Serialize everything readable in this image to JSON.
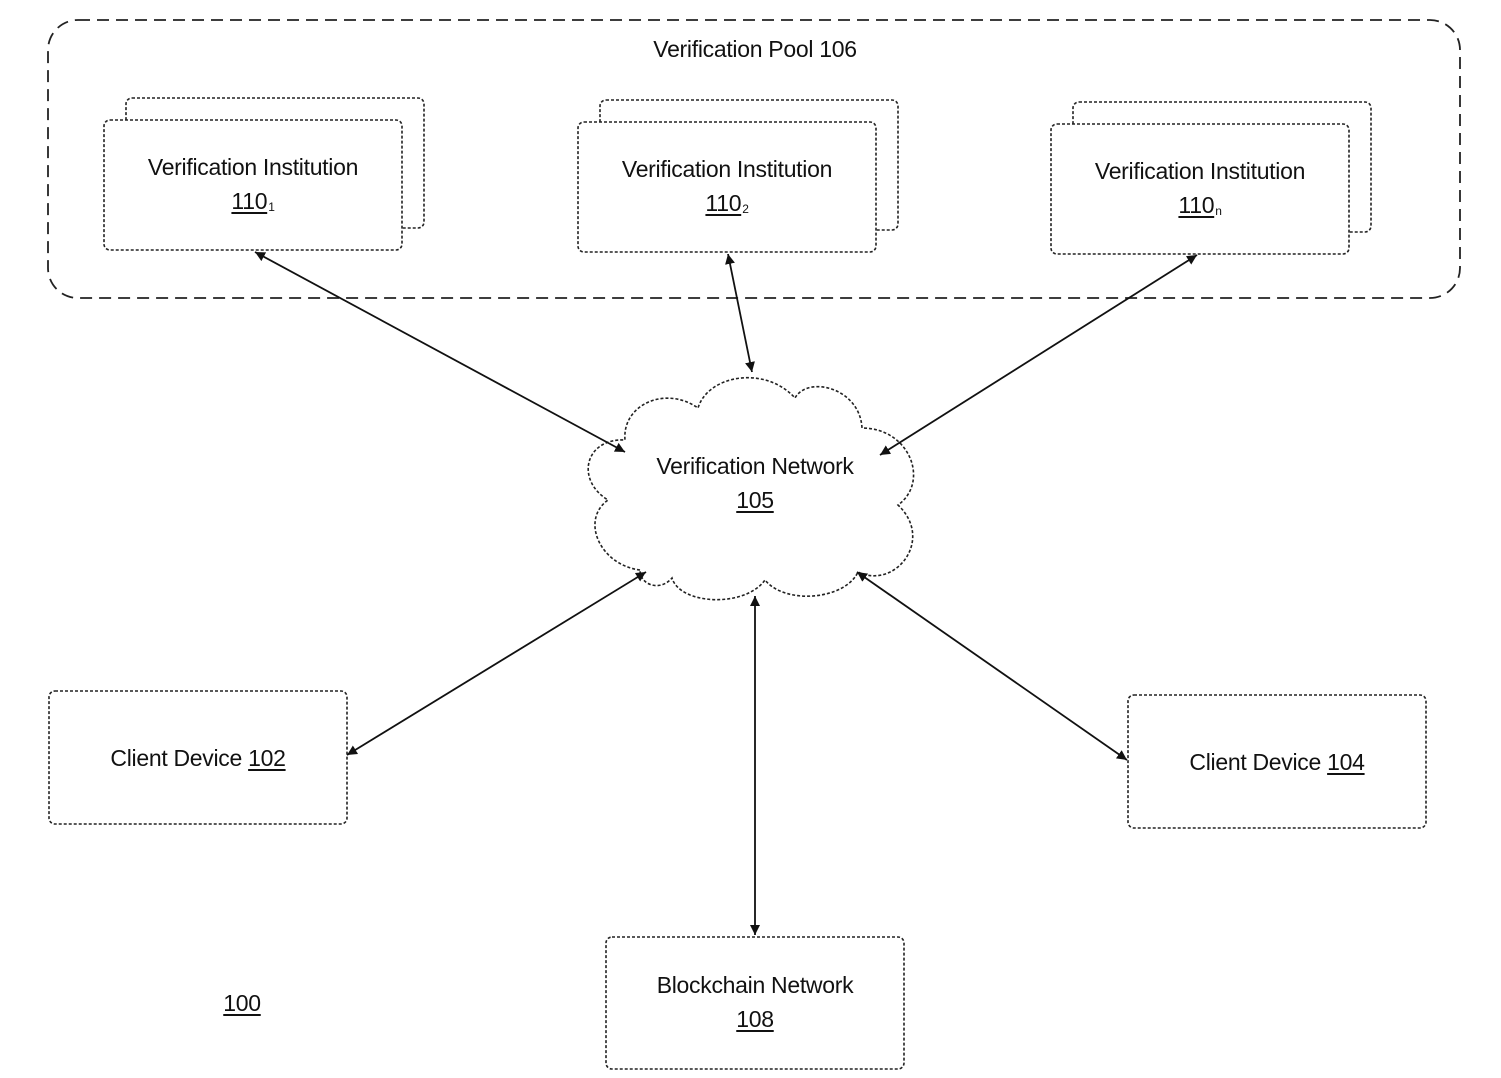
{
  "pool": {
    "title": "Verification Pool 106"
  },
  "institutions": [
    {
      "name": "Verification Institution",
      "ref": "110",
      "sub": "1"
    },
    {
      "name": "Verification Institution",
      "ref": "110",
      "sub": "2"
    },
    {
      "name": "Verification Institution",
      "ref": "110",
      "sub": "n"
    }
  ],
  "network": {
    "name": "Verification Network",
    "ref": "105"
  },
  "client_left": {
    "name": "Client Device",
    "ref": "102"
  },
  "client_right": {
    "name": "Client Device",
    "ref": "104"
  },
  "blockchain": {
    "name": "Blockchain Network",
    "ref": "108"
  },
  "figure_ref": "100"
}
